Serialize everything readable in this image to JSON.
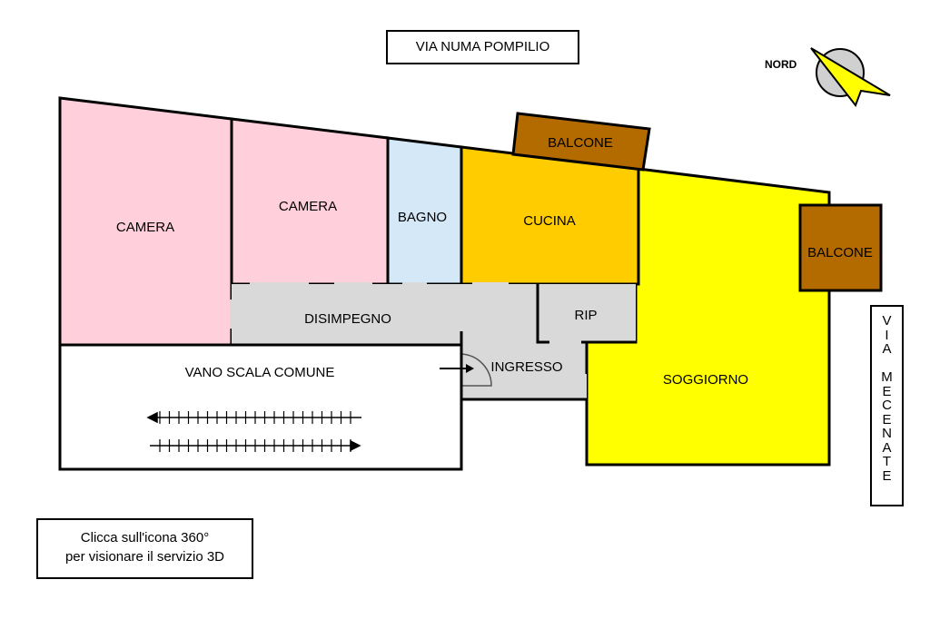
{
  "streets": {
    "top": "VIA NUMA POMPILIO",
    "right": "VIA MECENATE"
  },
  "compass": {
    "label": "NORD"
  },
  "rooms": {
    "camera1": "CAMERA",
    "camera2": "CAMERA",
    "bagno": "BAGNO",
    "cucina": "CUCINA",
    "balcone_top": "BALCONE",
    "balcone_right": "BALCONE",
    "disimpegno": "DISIMPEGNO",
    "rip": "RIP",
    "ingresso": "INGRESSO",
    "soggiorno": "SOGGIORNO",
    "vano_scala": "VANO SCALA COMUNE"
  },
  "colors": {
    "camera": "#ffd0dc",
    "bagno": "#d4e8f8",
    "cucina": "#ffcc00",
    "soggiorno": "#ffff00",
    "corridor": "#d9d9d9",
    "balcone": "#b36b00"
  },
  "note": {
    "line1": "Clicca sull'icona 360°",
    "line2": "per visionare il servizio 3D"
  }
}
